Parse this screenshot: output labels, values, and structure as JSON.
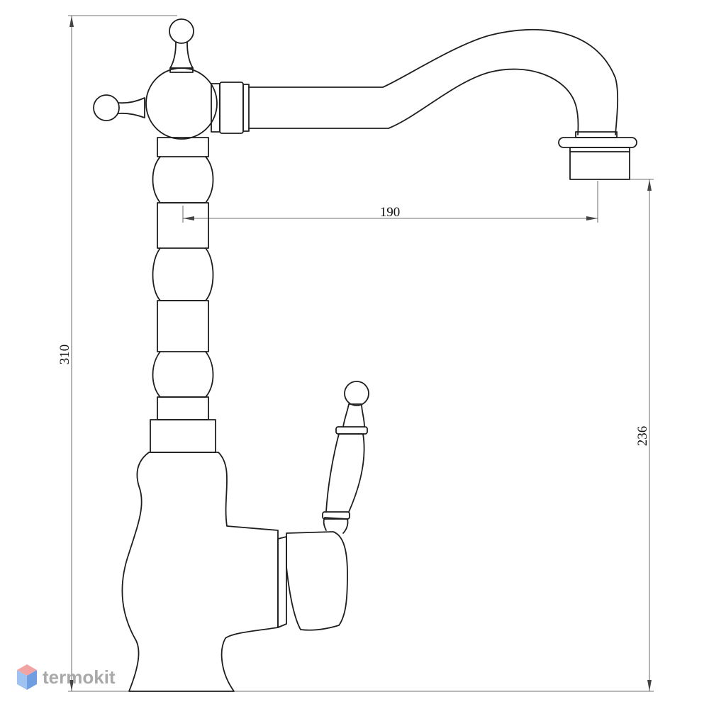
{
  "dimensions": {
    "total_height": "310",
    "spout_reach": "190",
    "spout_height": "236"
  },
  "watermark": {
    "text": "termokit",
    "colors": {
      "top": "#f2a4a4",
      "left": "#9ec3f0",
      "right": "#6f9fe0",
      "text": "#a9a9a9"
    }
  }
}
